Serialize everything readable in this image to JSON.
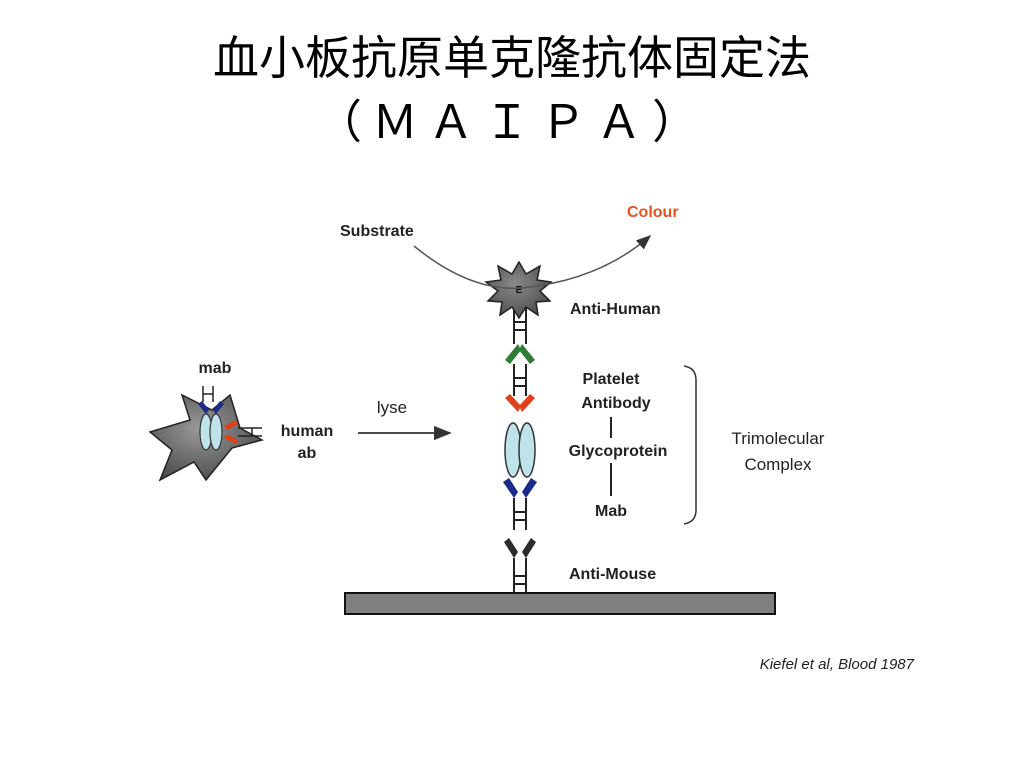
{
  "slide": {
    "title_line1": "血小板抗原单克隆抗体固定法",
    "title_line2": "（ＭＡＩＰＡ）"
  },
  "diagram": {
    "substrate": "Substrate",
    "colour": "Colour",
    "enzyme": "E",
    "anti_human": "Anti-Human",
    "platelet_antibody_line1": "Platelet",
    "platelet_antibody_line2": "Antibody",
    "glycoprotein": "Glycoprotein",
    "mab_complex": "Mab",
    "anti_mouse": "Anti-Mouse",
    "trimolecular_line1": "Trimolecular",
    "trimolecular_line2": "Complex",
    "mab_cell": "mab",
    "human_ab_line1": "human",
    "human_ab_line2": "ab",
    "lyse": "lyse",
    "citation": "Kiefel et al, Blood 1987"
  },
  "colors": {
    "colour_label": "#e8501e",
    "anti_human_arms": "#2e7d32",
    "platelet_antibody_arms": "#e0401a",
    "mab_arms": "#1a2b8c",
    "anti_mouse_arms": "#2a2a2a",
    "glycoprotein_fill": "#bfe3ea",
    "plate_fill": "#7f7f7f",
    "platelet_fill": "#6e6e6e"
  }
}
